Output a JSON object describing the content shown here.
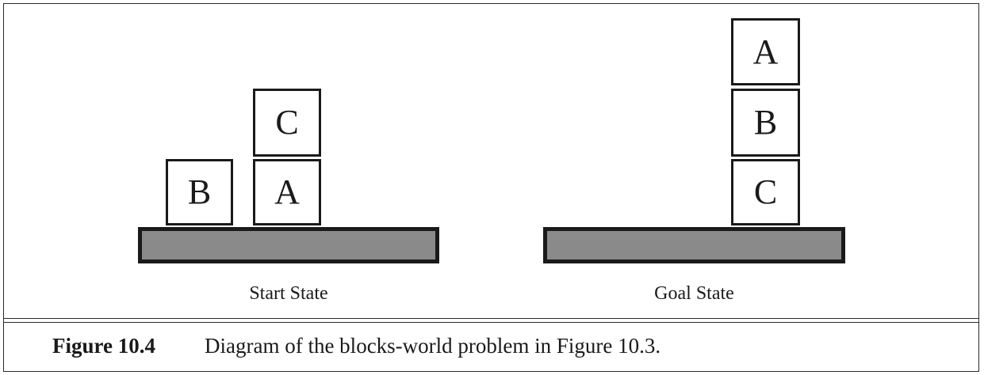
{
  "start_state": {
    "label": "Start State",
    "blocks": {
      "b": "B",
      "a": "A",
      "c": "C"
    }
  },
  "goal_state": {
    "label": "Goal State",
    "blocks": {
      "a": "A",
      "b": "B",
      "c": "C"
    }
  },
  "caption": {
    "number": "Figure 10.4",
    "text": "Diagram of the blocks-world problem in Figure 10.3."
  },
  "colors": {
    "table_fill": "#8a8a8a",
    "outline": "#1a1a1a"
  }
}
